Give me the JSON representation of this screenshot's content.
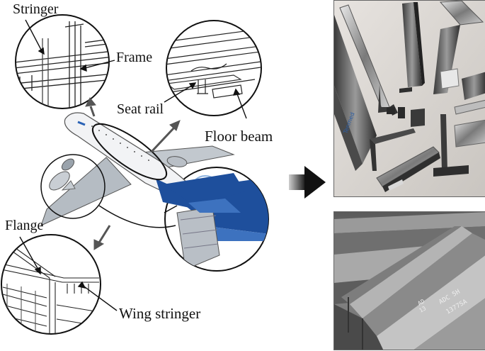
{
  "labels": {
    "stringer": "Stringer",
    "frame": "Frame",
    "seat_rail": "Seat rail",
    "floor_beam": "Floor beam",
    "flange": "Flange",
    "wing_stringer": "Wing stringer"
  },
  "photos": {
    "top": {
      "tag": "Tenmed"
    },
    "bottom": {
      "markings": [
        "ADC 5H",
        "1377SA",
        "AD",
        "13"
      ]
    }
  },
  "colors": {
    "aircraft_blue": "#1e4f9c",
    "arrow_gray": "#555555"
  }
}
